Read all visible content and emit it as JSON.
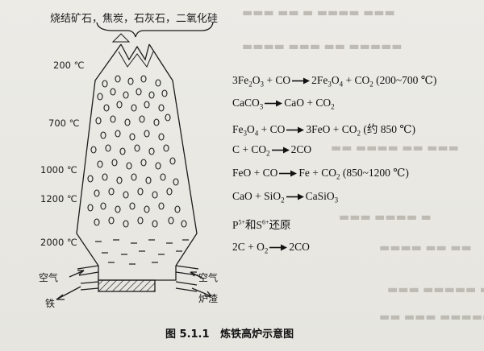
{
  "feed_label": "烧结矿石，焦炭，石灰石，二氧化硅",
  "temperatures": [
    "200 ℃",
    "700 ℃",
    "1000 ℃",
    "1200 ℃",
    "2000 ℃"
  ],
  "outlets": {
    "air_left": "空气",
    "air_right": "空气",
    "iron": "铁",
    "slag": "炉渣"
  },
  "reactions": [
    {
      "lhs": "3Fe2O3 + CO",
      "rhs": "2Fe3O4 + CO2",
      "cond": "(200~700 ℃)"
    },
    {
      "lhs": "CaCO3",
      "rhs": "CaO + CO2",
      "cond": ""
    },
    {
      "lhs": "Fe3O4 + CO",
      "rhs": "3FeO + CO2",
      "cond": "(约 850 ℃)"
    },
    {
      "lhs": "C + CO2",
      "rhs": "2CO",
      "cond": ""
    },
    {
      "lhs": "FeO + CO",
      "rhs": "Fe + CO2",
      "cond": "(850~1200 ℃)"
    },
    {
      "lhs": "CaO + SiO2",
      "rhs": "CaSiO3",
      "cond": ""
    },
    {
      "lhs": "P5+和S6+还原",
      "rhs": "",
      "cond": ""
    },
    {
      "lhs": "2C + O2",
      "rhs": "2CO",
      "cond": ""
    }
  ],
  "caption": {
    "number": "图 5.1.1",
    "title": "炼铁高炉示意图"
  }
}
